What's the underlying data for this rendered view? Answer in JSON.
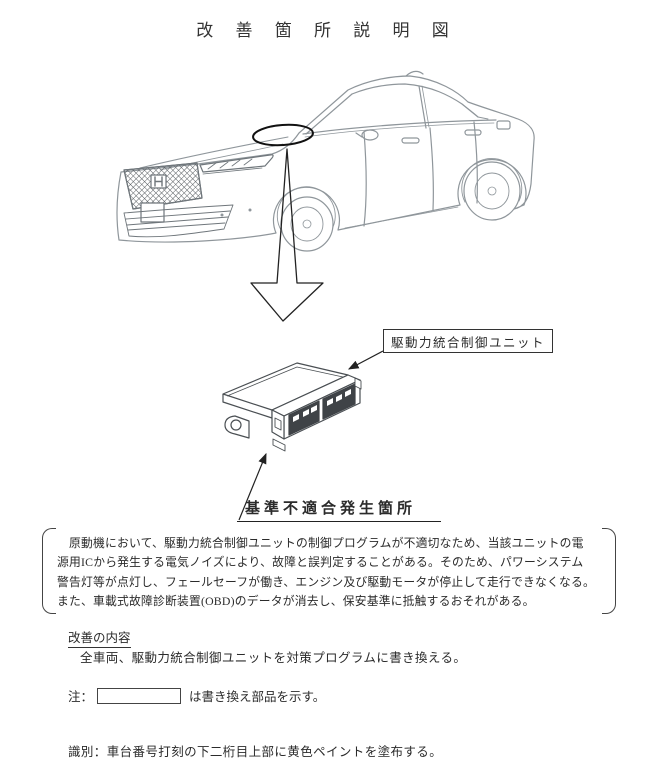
{
  "page": {
    "title": "改 善 箇 所 説 明 図"
  },
  "diagram": {
    "unit_label": "駆動力統合制御ユニット",
    "defect_label": "基準不適合発生箇所"
  },
  "problem": {
    "lines": [
      "　原動機において、駆動力統合制御ユニットの制御プログラムが不適切なため、当該ユニットの電",
      "源用ICから発生する電気ノイズにより、故障と誤判定することがある。そのため、パワーシステム",
      "警告灯等が点灯し、フェールセーフが働き、エンジン及び駆動モータが停止して走行できなくなる。",
      "また、車載式故障診断装置(OBD)のデータが消去し、保安基準に抵触するおそれがある。"
    ]
  },
  "remedy": {
    "heading": "改善の内容",
    "body": "全車両、駆動力統合制御ユニットを対策プログラムに書き換える。"
  },
  "note": {
    "prefix": "注：",
    "suffix": "は書き換え部品を示す。"
  },
  "identification": "識別：車台番号打刻の下二桁目上部に黄色ペイントを塗布する。",
  "colors": {
    "car_line": "#8f969b",
    "detail_line": "#6f767b",
    "ink": "#222222"
  }
}
